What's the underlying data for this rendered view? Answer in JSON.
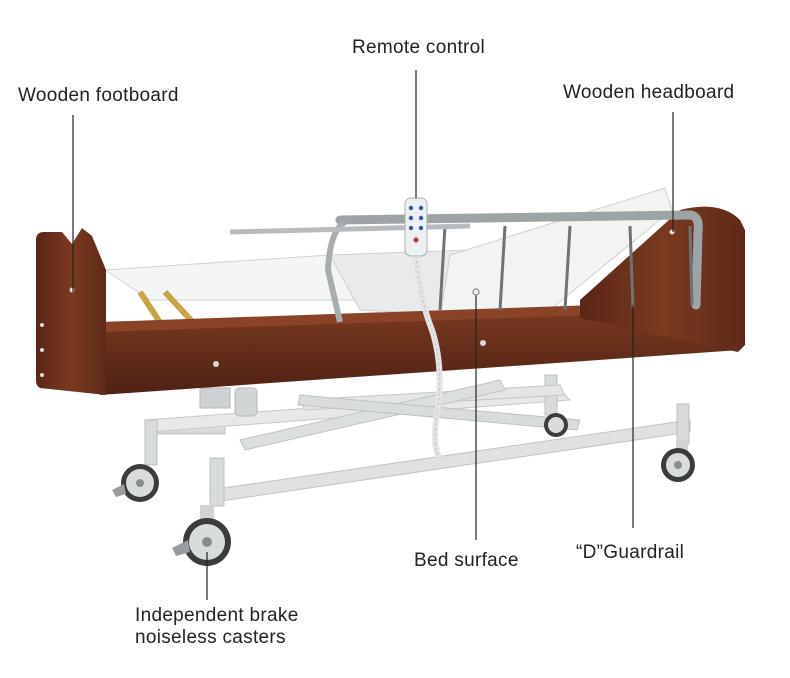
{
  "labels": {
    "remote_control": "Remote control",
    "wooden_footboard": "Wooden footboard",
    "wooden_headboard": "Wooden headboard",
    "bed_surface": "Bed surface",
    "d_guardrail": "“D”Guardrail",
    "casters_line1": "Independent brake",
    "casters_line2": "noiseless casters"
  },
  "colors": {
    "wood": "#6b2f1a",
    "wood_light": "#8a4326",
    "frame": "#e4e6e6",
    "rail": "#9ea3a6",
    "leader_line": "#222222"
  }
}
